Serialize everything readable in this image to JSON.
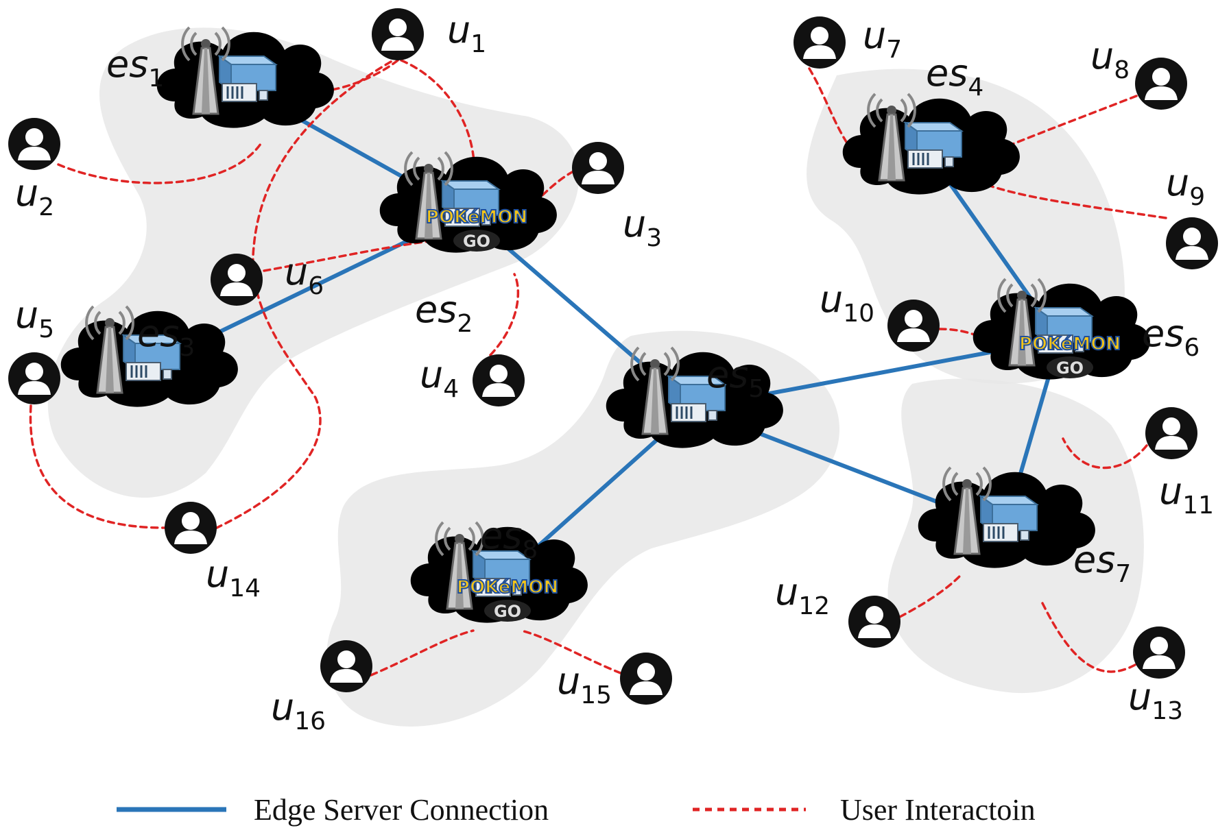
{
  "servers": [
    {
      "id": "es1",
      "label": "es",
      "sub": "1",
      "pokemon": false
    },
    {
      "id": "es2",
      "label": "es",
      "sub": "2",
      "pokemon": true
    },
    {
      "id": "es3",
      "label": "es",
      "sub": "3",
      "pokemon": false
    },
    {
      "id": "es4",
      "label": "es",
      "sub": "4",
      "pokemon": false
    },
    {
      "id": "es5",
      "label": "es",
      "sub": "5",
      "pokemon": false
    },
    {
      "id": "es6",
      "label": "es",
      "sub": "6",
      "pokemon": true
    },
    {
      "id": "es7",
      "label": "es",
      "sub": "7",
      "pokemon": false
    },
    {
      "id": "es8",
      "label": "es",
      "sub": "8",
      "pokemon": true
    }
  ],
  "users": [
    {
      "id": "u1",
      "label": "u",
      "sub": "1"
    },
    {
      "id": "u2",
      "label": "u",
      "sub": "2"
    },
    {
      "id": "u3",
      "label": "u",
      "sub": "3"
    },
    {
      "id": "u4",
      "label": "u",
      "sub": "4"
    },
    {
      "id": "u5",
      "label": "u",
      "sub": "5"
    },
    {
      "id": "u6",
      "label": "u",
      "sub": "6"
    },
    {
      "id": "u7",
      "label": "u",
      "sub": "7"
    },
    {
      "id": "u8",
      "label": "u",
      "sub": "8"
    },
    {
      "id": "u9",
      "label": "u",
      "sub": "9"
    },
    {
      "id": "u10",
      "label": "u",
      "sub": "10"
    },
    {
      "id": "u11",
      "label": "u",
      "sub": "11"
    },
    {
      "id": "u12",
      "label": "u",
      "sub": "12"
    },
    {
      "id": "u13",
      "label": "u",
      "sub": "13"
    },
    {
      "id": "u14",
      "label": "u",
      "sub": "14"
    },
    {
      "id": "u15",
      "label": "u",
      "sub": "15"
    },
    {
      "id": "u16",
      "label": "u",
      "sub": "16"
    }
  ],
  "edge_connections": [
    [
      "es1",
      "es2"
    ],
    [
      "es2",
      "es3"
    ],
    [
      "es2",
      "es5"
    ],
    [
      "es4",
      "es6"
    ],
    [
      "es5",
      "es6"
    ],
    [
      "es5",
      "es7"
    ],
    [
      "es5",
      "es8"
    ],
    [
      "es6",
      "es7"
    ]
  ],
  "user_interactions": [
    [
      "u1",
      "es1"
    ],
    [
      "u1",
      "es2"
    ],
    [
      "u1",
      "u14"
    ],
    [
      "u2",
      "es1"
    ],
    [
      "u3",
      "es2"
    ],
    [
      "u4",
      "es2"
    ],
    [
      "u5",
      "u14"
    ],
    [
      "u6",
      "es2"
    ],
    [
      "u7",
      "es4"
    ],
    [
      "u8",
      "es4"
    ],
    [
      "u9",
      "es4"
    ],
    [
      "u10",
      "es6"
    ],
    [
      "u11",
      "es6"
    ],
    [
      "u12",
      "es7"
    ],
    [
      "u13",
      "es7"
    ],
    [
      "u15",
      "es8"
    ],
    [
      "u16",
      "es8"
    ]
  ],
  "pokemon_badge": {
    "line1": "POKéMON",
    "line2": "GO"
  },
  "colors": {
    "edge": "#2a75b8",
    "user": "#e02424",
    "region": "#e8e8e8"
  },
  "icons": {
    "user": "user-avatar-icon",
    "tower": "antenna-tower-icon",
    "server": "server-rack-icon"
  },
  "legend": {
    "edge_label": "Edge Server Connection",
    "user_label": "User Interactoin"
  }
}
